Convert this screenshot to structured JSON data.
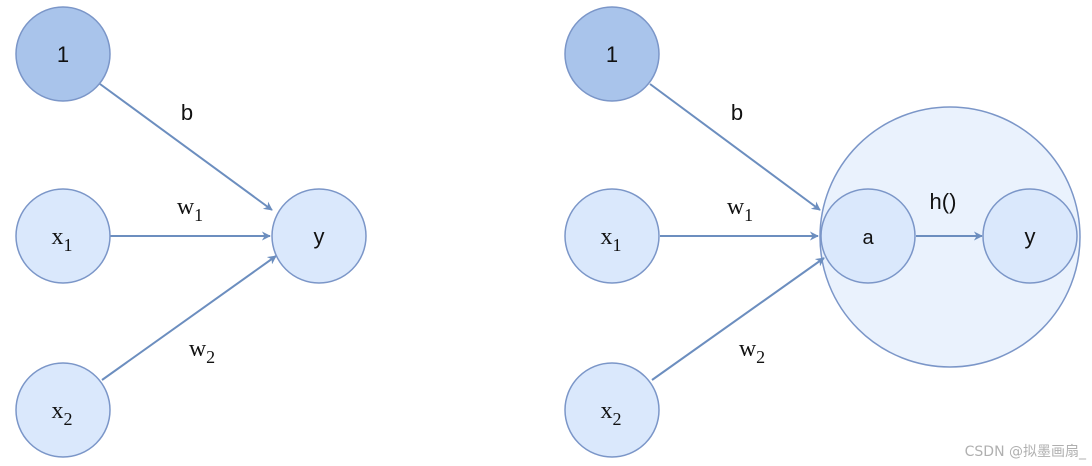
{
  "left": {
    "bias_node": "1",
    "x1": {
      "base": "x",
      "sub": "1"
    },
    "x2": {
      "base": "x",
      "sub": "2"
    },
    "output": "y",
    "edge_b": "b",
    "edge_w1": {
      "base": "w",
      "sub": "1"
    },
    "edge_w2": {
      "base": "w",
      "sub": "2"
    }
  },
  "right": {
    "bias_node": "1",
    "x1": {
      "base": "x",
      "sub": "1"
    },
    "x2": {
      "base": "x",
      "sub": "2"
    },
    "a_node": "a",
    "output": "y",
    "activation": "h()",
    "edge_b": "b",
    "edge_w1": {
      "base": "w",
      "sub": "1"
    },
    "edge_w2": {
      "base": "w",
      "sub": "2"
    }
  },
  "watermark": "CSDN @拟墨画扇_",
  "colors": {
    "bias_fill": "#a9c4eb",
    "node_fill": "#dae8fc",
    "neuron_fill": "#eaf2fd",
    "stroke": "#7b96c8",
    "edge": "#6c8ebf"
  }
}
